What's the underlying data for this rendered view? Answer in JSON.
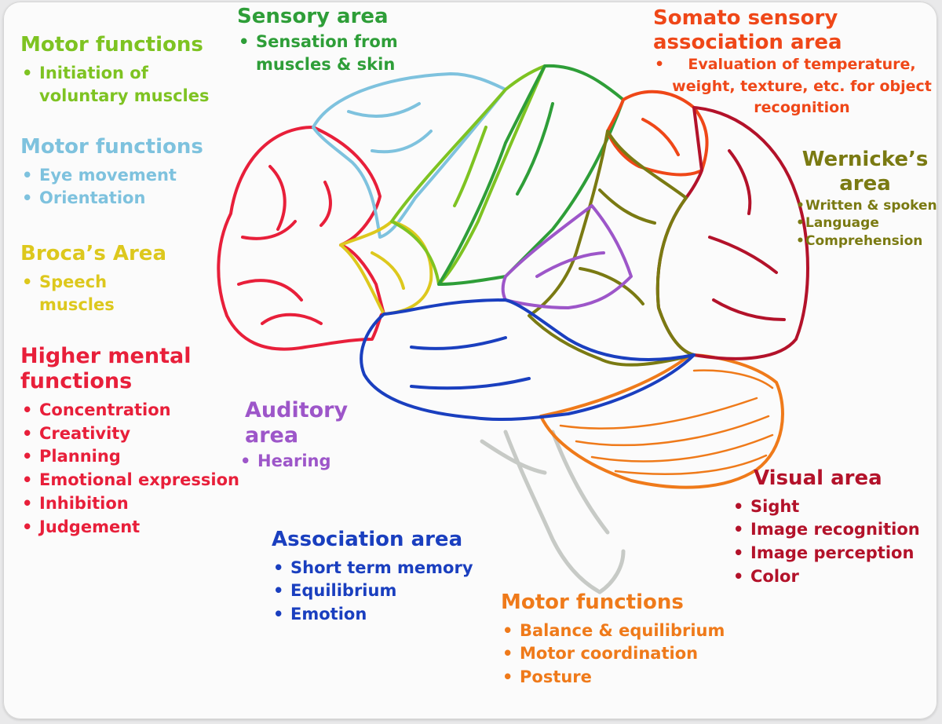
{
  "colors": {
    "motor_voluntary": "#7ec322",
    "sensory": "#2e9e38",
    "somatosensory_assoc": "#ef4718",
    "eye_motor": "#7ec2de",
    "wernicke": "#7a7a12",
    "broca": "#ddc81d",
    "higher_mental": "#e81f3a",
    "auditory": "#9d56c9",
    "association": "#1a3fbf",
    "visual": "#b3122a",
    "cerebellum_motor": "#ef7a1a",
    "brainstem": "#c7cac6"
  },
  "blocks": {
    "motor_voluntary": {
      "title": "Motor functions",
      "items": [
        "Initiation of voluntary muscles"
      ]
    },
    "sensory": {
      "title": "Sensory area",
      "items": [
        "Sensation from muscles & skin"
      ]
    },
    "somatosensory": {
      "title": "Somato sensory association area",
      "items": [
        "Evaluation of temperature, weight, texture, etc. for object recognition"
      ]
    },
    "eye_motor": {
      "title": "Motor functions",
      "items": [
        "Eye movement",
        "Orientation"
      ]
    },
    "wernicke": {
      "title": "Wernicke’s area",
      "items": [
        "Written & spoken",
        "Language",
        "Comprehension"
      ]
    },
    "broca": {
      "title": "Broca’s Area",
      "items": [
        "Speech muscles"
      ]
    },
    "higher_mental": {
      "title": "Higher mental functions",
      "items": [
        "Concentration",
        "Creativity",
        "Planning",
        "Emotional expression",
        "Inhibition",
        "Judgement"
      ]
    },
    "auditory": {
      "title": "Auditory area",
      "items": [
        "Hearing"
      ]
    },
    "association": {
      "title": "Association area",
      "items": [
        "Short term memory",
        "Equilibrium",
        "Emotion"
      ]
    },
    "visual": {
      "title": "Visual area",
      "items": [
        "Sight",
        "Image recognition",
        "Image perception",
        "Color"
      ]
    },
    "cerebellum_motor": {
      "title": "Motor functions",
      "items": [
        "Balance & equilibrium",
        "Motor coordination",
        "Posture"
      ]
    }
  }
}
